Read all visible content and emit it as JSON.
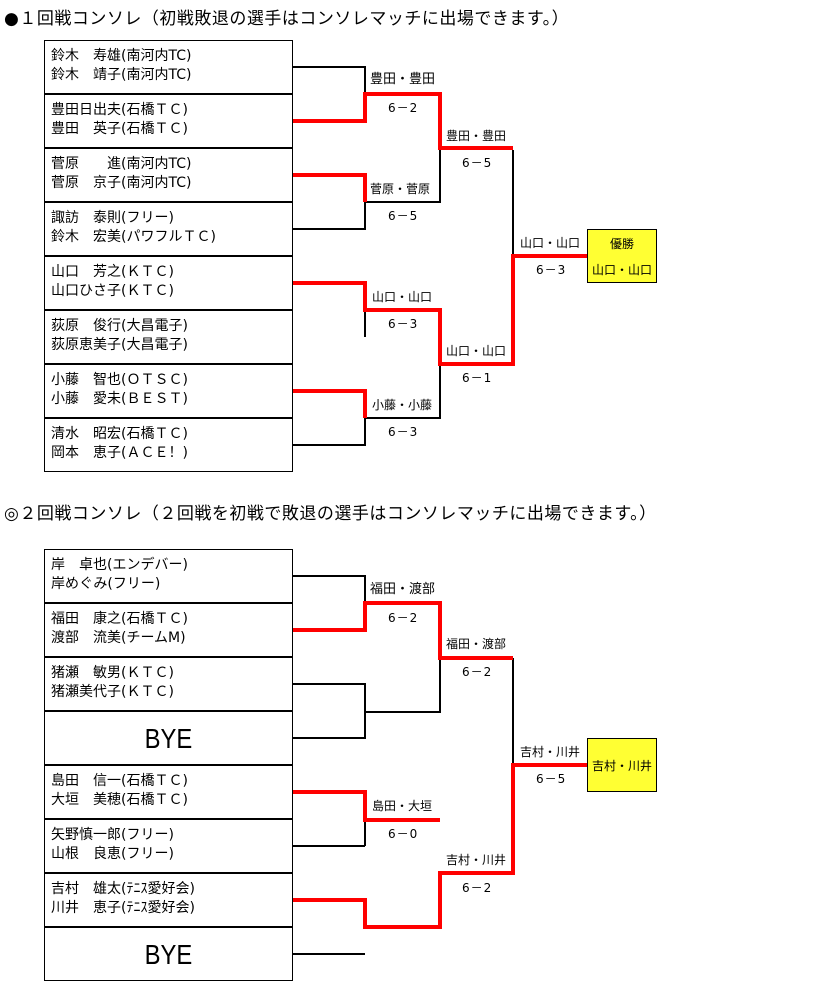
{
  "section1": {
    "heading": "●１回戦コンソレ（初戦敗退の選手はコンソレマッチに出場できます。）",
    "teams": [
      {
        "l1": "鈴木　寿雄(南河内TC)",
        "l2": "鈴木　靖子(南河内TC)"
      },
      {
        "l1": "豊田日出夫(石橋ＴＣ)",
        "l2": "豊田　英子(石橋ＴＣ)"
      },
      {
        "l1": "菅原　　進(南河内TC)",
        "l2": "菅原　京子(南河内TC)"
      },
      {
        "l1": "諏訪　泰則(フリー)",
        "l2": "鈴木　宏美(パワフルＴＣ)"
      },
      {
        "l1": "山口　芳之(ＫＴＣ)",
        "l2": "山口ひさ子(ＫＴＣ)"
      },
      {
        "l1": "荻原　俊行(大昌電子)",
        "l2": "荻原恵美子(大昌電子)"
      },
      {
        "l1": "小藤　智也(ＯＴＳＣ)",
        "l2": "小藤　愛未(ＢＥＳＴ)"
      },
      {
        "l1": "清水　昭宏(石橋ＴＣ)",
        "l2": "岡本　恵子(ＡＣＥ！)"
      }
    ],
    "r1_winners": [
      "豊田・豊田",
      "菅原・菅原",
      "山口・山口",
      "小藤・小藤"
    ],
    "r1_scores": [
      "6－2",
      "6－5",
      "6－3",
      "6－3"
    ],
    "r2_winners": [
      "豊田・豊田",
      "山口・山口"
    ],
    "r2_scores": [
      "6－5",
      "6－1"
    ],
    "final_winner": "山口・山口",
    "final_score": "6－3",
    "champion_title": "優勝",
    "champion_name": "山口・山口"
  },
  "section2": {
    "heading": "◎２回戦コンソレ（２回戦を初戦で敗退の選手はコンソレマッチに出場できます。）",
    "teams": [
      {
        "l1": "岸　卓也(エンデバー)",
        "l2": "岸めぐみ(フリー)"
      },
      {
        "l1": "福田　康之(石橋ＴＣ)",
        "l2": "渡部　流美(チームM)"
      },
      {
        "l1": "猪瀬　敏男(ＫＴＣ)",
        "l2": "猪瀬美代子(ＫＴＣ)"
      },
      {
        "bye": "BYE"
      },
      {
        "l1": "島田　信一(石橋ＴＣ)",
        "l2": "大垣　美穂(石橋ＴＣ)"
      },
      {
        "l1": "矢野慎一郎(フリー)",
        "l2": "山根　良恵(フリー)"
      },
      {
        "l1": "吉村　雄太(ﾃﾆｽ愛好会)",
        "l2": "川井　恵子(ﾃﾆｽ愛好会)"
      },
      {
        "bye": "BYE"
      }
    ],
    "r1_winners": [
      "福田・渡部",
      "島田・大垣"
    ],
    "r1_scores": [
      "6－2",
      "6－0"
    ],
    "r2_winners": [
      "福田・渡部",
      "吉村・川井"
    ],
    "r2_scores": [
      "6－2",
      "6－2"
    ],
    "final_winner": "吉村・川井",
    "final_score": "6－5",
    "champion_name": "吉村・川井"
  },
  "colors": {
    "winner_line": "#ff0000",
    "line": "#000000",
    "champion_bg": "#ffff33"
  }
}
